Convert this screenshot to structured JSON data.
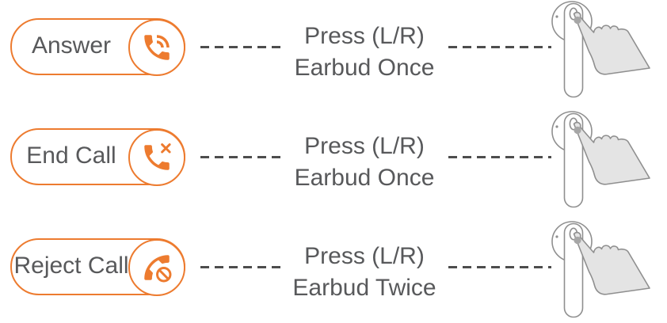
{
  "colors": {
    "accent": "#ED7B2F",
    "text": "#58595B",
    "dash": "#4D4D4D",
    "outline": "#8F8F8F",
    "hand": "#E4E4E4",
    "touch": "#A6A6A6"
  },
  "rows": [
    {
      "label": "Answer",
      "action_icon": "phone-answer-icon",
      "line1": "Press (L/R)",
      "line2": "Earbud Once",
      "illustration": "finger-pressing-earbud"
    },
    {
      "label": "End Call",
      "action_icon": "phone-end-call-icon",
      "line1": "Press (L/R)",
      "line2": "Earbud Once",
      "illustration": "finger-pressing-earbud"
    },
    {
      "label": "Reject Call",
      "action_icon": "phone-reject-call-icon",
      "line1": "Press (L/R)",
      "line2": "Earbud Twice",
      "illustration": "finger-pressing-earbud"
    }
  ]
}
